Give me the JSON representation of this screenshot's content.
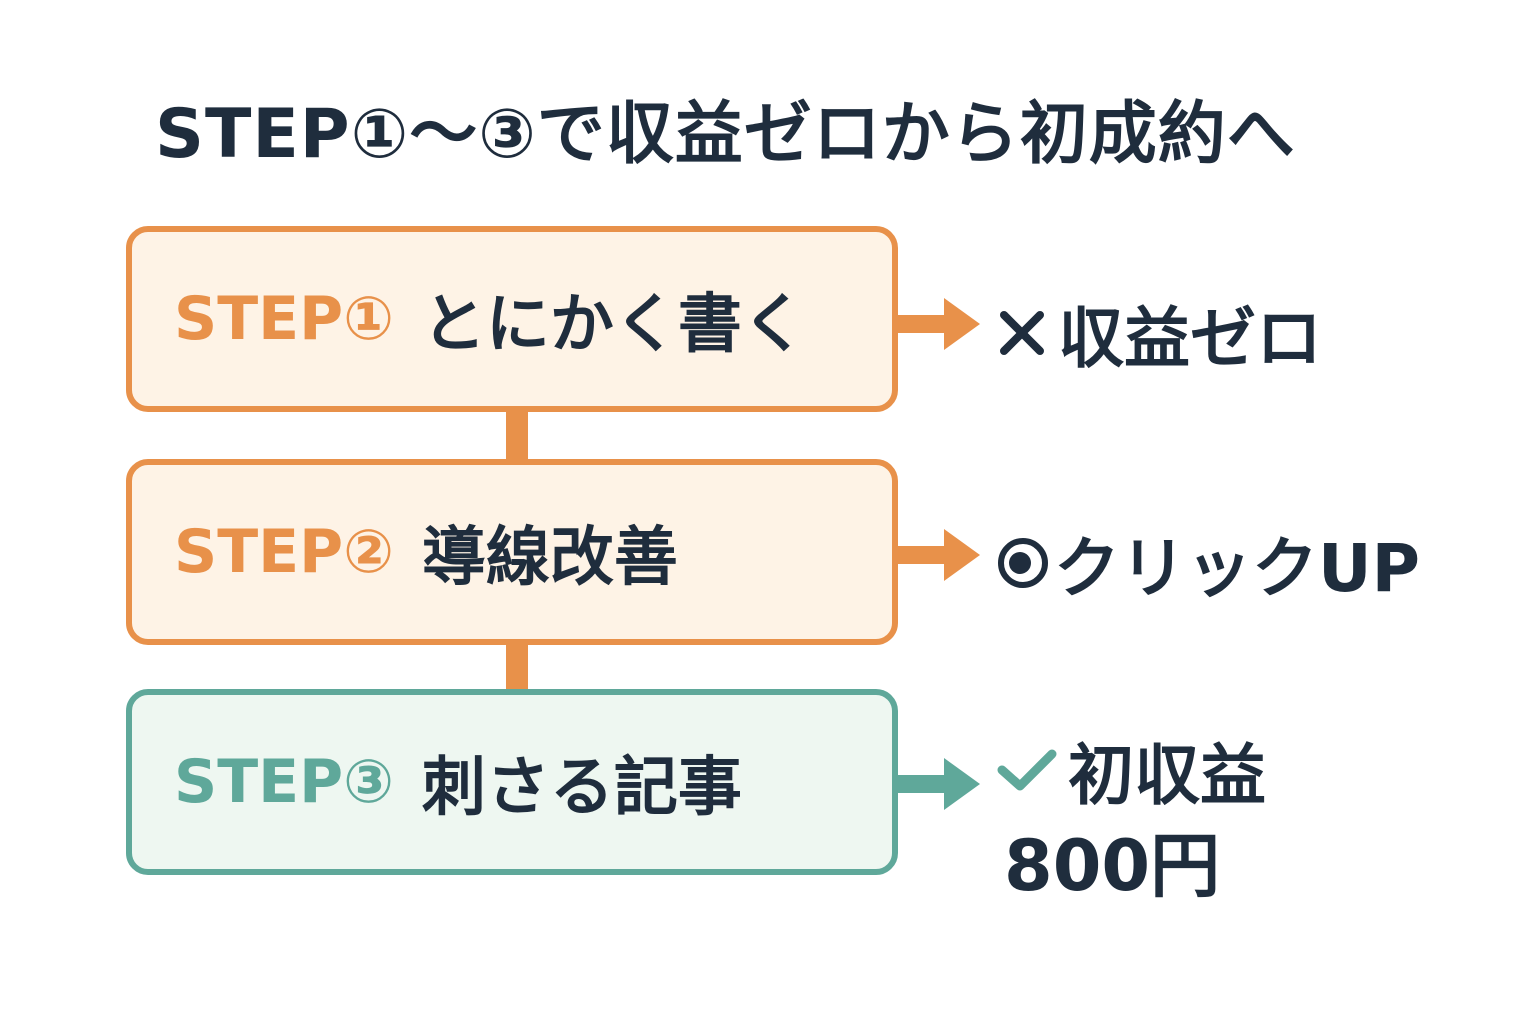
{
  "title": "STEP①〜③で収益ゼロから初成約へ",
  "colors": {
    "orange": "#e8914a",
    "orange_fill": "#fef3e6",
    "teal": "#5fa89a",
    "teal_fill": "#eef7f1",
    "text": "#1f2d3d"
  },
  "steps": [
    {
      "label": "STEP①",
      "text": "とにかく書く",
      "color": "#e8914a",
      "fill": "#fef3e6",
      "result_icon": "cross-icon",
      "result_text": "収益ゼロ"
    },
    {
      "label": "STEP②",
      "text": "導線改善",
      "color": "#e8914a",
      "fill": "#fef3e6",
      "result_icon": "bullseye-icon",
      "result_text": "クリックUP"
    },
    {
      "label": "STEP③",
      "text": "刺さる記事",
      "color": "#5fa89a",
      "fill": "#eef7f1",
      "result_icon": "check-icon",
      "result_text": "初収益",
      "result_text_2": "800円"
    }
  ]
}
